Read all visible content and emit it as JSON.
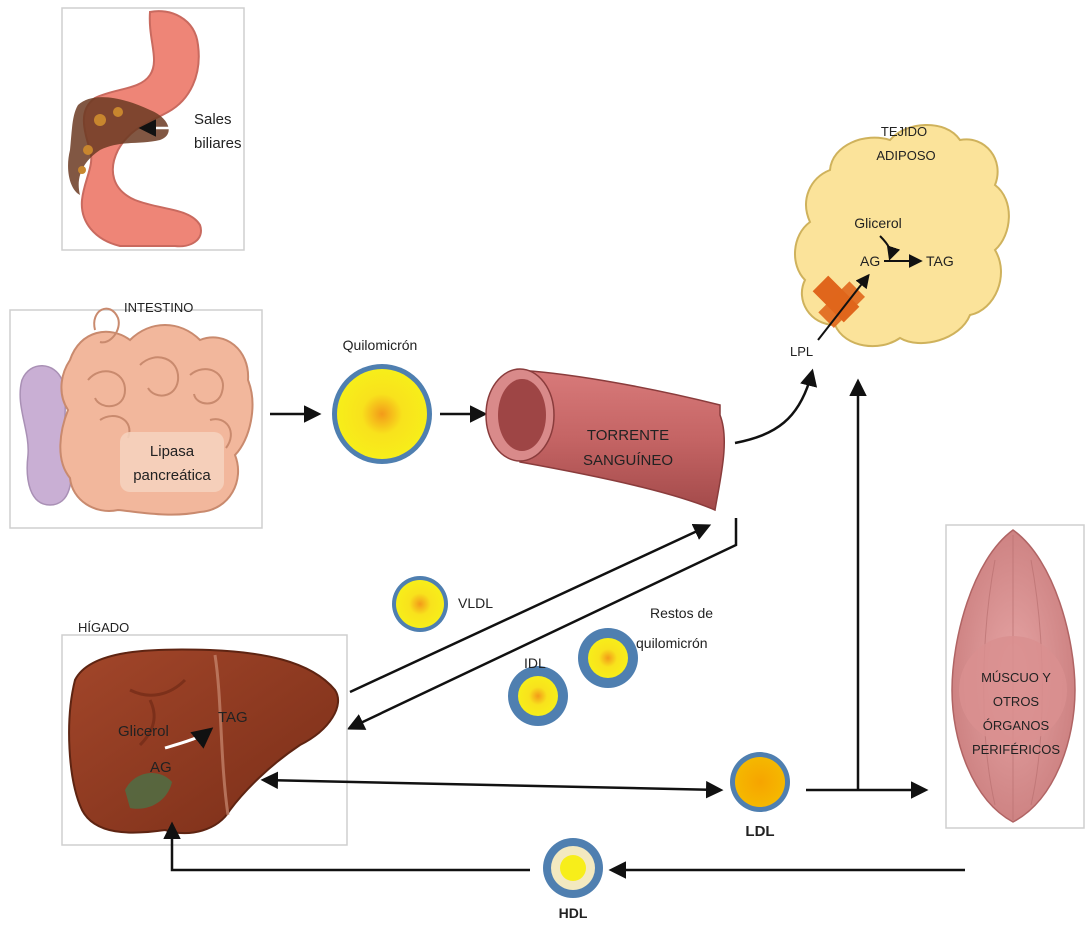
{
  "labels": {
    "sales_biliares_1": "Sales",
    "sales_biliares_2": "biliares",
    "intestino": "INTESTINO",
    "lipasa_1": "Lipasa",
    "lipasa_2": "pancreática",
    "quilomicron": "Quilomicrón",
    "torrente_1": "TORRENTE",
    "torrente_2": "SANGUÍNEO",
    "tejido_1": "TEJIDO",
    "tejido_2": "ADIPOSO",
    "glicerol_adipose": "Glicerol",
    "ag_adipose": "AG",
    "tag_adipose": "TAG",
    "lpl": "LPL",
    "vldl": "VLDL",
    "restos_1": "Restos de",
    "restos_2": "quilomicrón",
    "idl": "IDL",
    "higado": "HÍGADO",
    "glicerol_liver": "Glicerol",
    "tag_liver": "TAG",
    "ag_liver": "AG",
    "ldl": "LDL",
    "hdl": "HDL",
    "musculo_1": "MÚSCUO Y",
    "musculo_2": "OTROS",
    "musculo_3": "ÓRGANOS",
    "musculo_4": "PERIFÉRICOS"
  },
  "colors": {
    "lipoprotein_core": "#f7ee1a",
    "lipoprotein_ring": "#4f7fb0",
    "ldl_core": "#f5b800",
    "stomach": "#ee8577",
    "liver": "#8f3a22",
    "blood_vessel": "#c46464",
    "adipose": "#fbe39a",
    "muscle": "#d98f8f",
    "lpl_marker": "#e0661c",
    "arrow": "#111111"
  }
}
